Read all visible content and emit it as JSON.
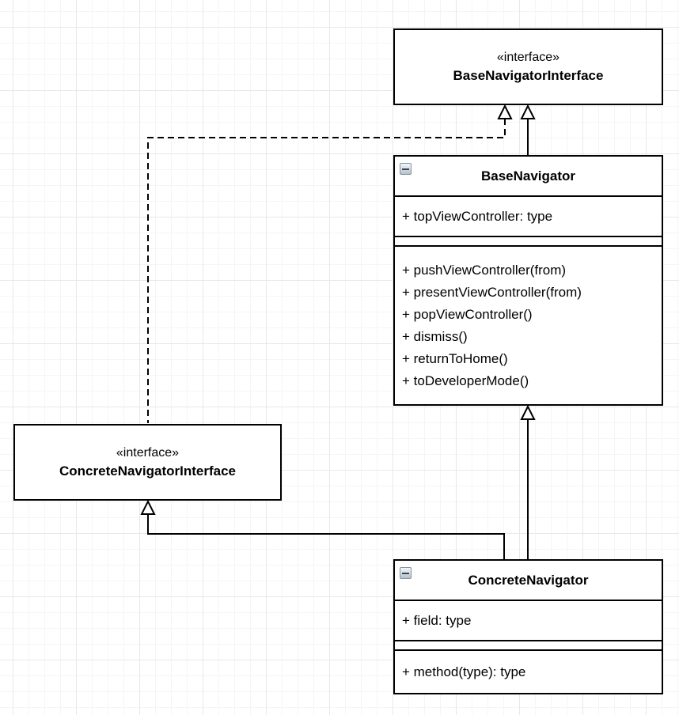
{
  "diagram": {
    "kind": "uml-class-diagram",
    "colors": {
      "shape_stroke": "#000000",
      "shape_fill": "#ffffff",
      "text": "#000000",
      "grid_minor": "#f5f5f5",
      "grid_major": "#e8e8e8"
    },
    "icons": {
      "collapse": "minus-icon"
    },
    "classes": {
      "base_interface": {
        "stereotype": "«interface»",
        "name": "BaseNavigatorInterface"
      },
      "base_navigator": {
        "name": "BaseNavigator",
        "attributes": [
          "+ topViewController: type"
        ],
        "methods": [
          "+ pushViewController(from)",
          "+ presentViewController(from)",
          "+ popViewController()",
          "+ dismiss()",
          "+ returnToHome()",
          "+ toDeveloperMode()"
        ]
      },
      "concrete_interface": {
        "stereotype": "«interface»",
        "name": "ConcreteNavigatorInterface"
      },
      "concrete_navigator": {
        "name": "ConcreteNavigator",
        "attributes": [
          "+ field: type"
        ],
        "methods": [
          "+ method(type): type"
        ]
      }
    },
    "relationships": [
      {
        "from": "BaseNavigator",
        "to": "BaseNavigatorInterface",
        "type": "realization-solid"
      },
      {
        "from": "ConcreteNavigatorInterface",
        "to": "BaseNavigatorInterface",
        "type": "extension-dashed"
      },
      {
        "from": "ConcreteNavigator",
        "to": "BaseNavigator",
        "type": "generalization-solid"
      },
      {
        "from": "ConcreteNavigator",
        "to": "ConcreteNavigatorInterface",
        "type": "realization-solid"
      }
    ]
  }
}
